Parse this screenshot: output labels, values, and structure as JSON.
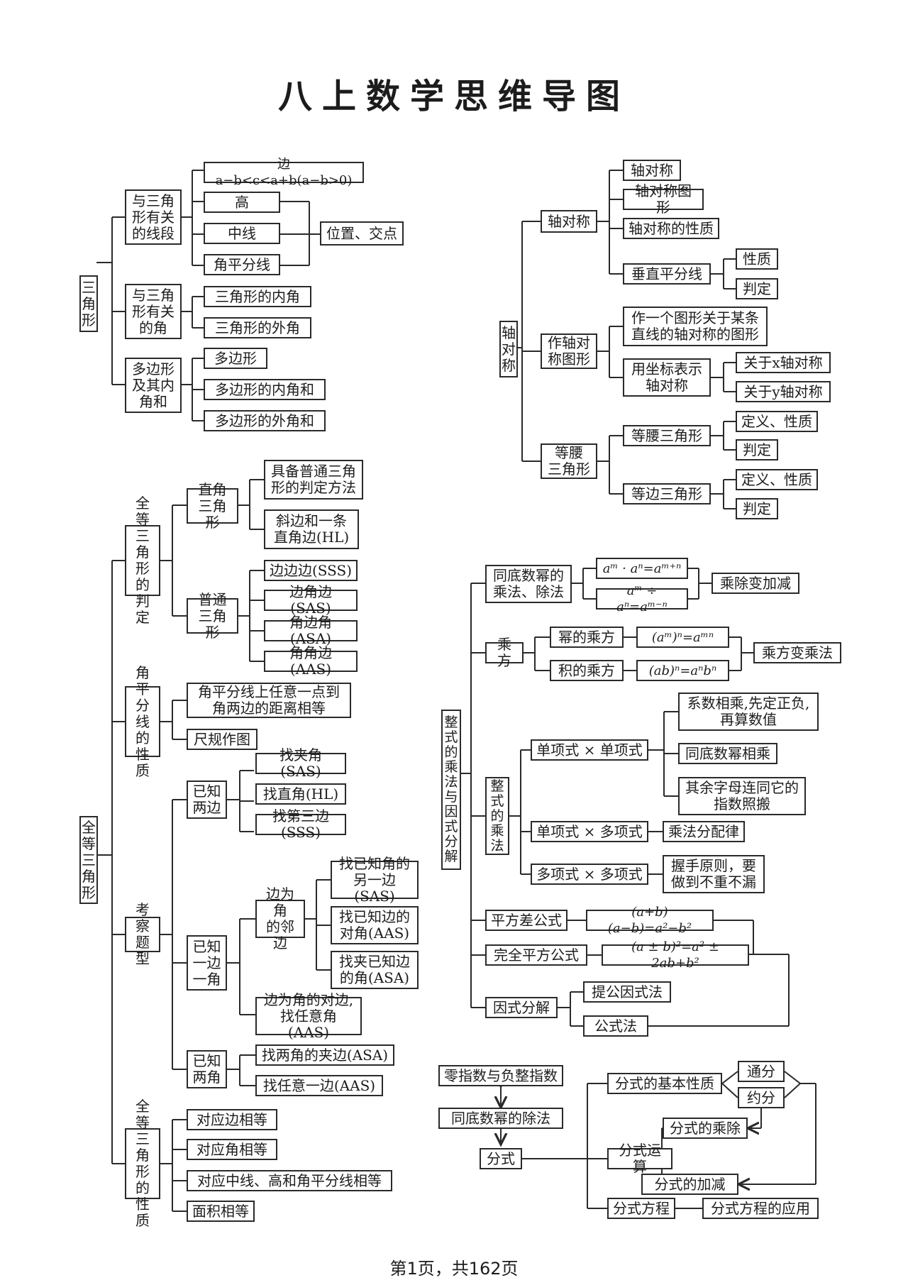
{
  "title": "八上数学思维导图",
  "footer": "第1页，共162页",
  "nodes": {
    "tri_root": "三\n角\n形",
    "tri_seg": "与三角\n形有关\n的线段",
    "tri_side": "边 a−b<c<a+b(a−b>0)",
    "tri_alt": "高",
    "tri_median": "中线",
    "tri_bisector": "角平分线",
    "tri_pos": "位置、交点",
    "tri_ang": "与三角\n形有关\n的角",
    "tri_inner": "三角形的内角",
    "tri_outer": "三角形的外角",
    "tri_poly": "多边形\n及其内\n角和",
    "poly": "多边形",
    "poly_in": "多边形的内角和",
    "poly_out": "多边形的外角和",
    "cg_root": "全\n等\n三\n角\n形",
    "cg_judge": "全等\n三角\n形的\n判定",
    "cg_right": "直角\n三角形",
    "cg_r1": "具备普通三角\n形的判定方法",
    "cg_r2": "斜边和一条\n直角边(HL)",
    "cg_normal": "普通\n三角形",
    "cg_sss": "边边边(SSS)",
    "cg_sas": "边角边(SAS)",
    "cg_asa": "角边角(ASA)",
    "cg_aas": "角角边(AAS)",
    "cg_bis": "角平\n分线\n的性\n质",
    "cg_bis1": "角平分线上任意一点到\n角两边的距离相等",
    "cg_bis2": "尺规作图",
    "cg_type": "考察\n题型",
    "cg_2side": "已知\n两边",
    "cg_t1": "找夹角(SAS)",
    "cg_t2": "找直角(HL)",
    "cg_t3": "找第三边(SSS)",
    "cg_1s1a": "已知\n一边\n一角",
    "cg_adj": "边为角\n的邻边",
    "cg_a1": "找已知角的\n另一边(SAS)",
    "cg_a2": "找已知边的\n对角(AAS)",
    "cg_a3": "找夹已知边\n的角(ASA)",
    "cg_opp": "边为角的对边,\n找任意角(AAS)",
    "cg_2ang": "已知\n两角",
    "cg_g1": "找两角的夹边(ASA)",
    "cg_g2": "找任意一边(AAS)",
    "cg_prop": "全等\n三角\n形的\n性质",
    "cg_p1": "对应边相等",
    "cg_p2": "对应角相等",
    "cg_p3": "对应中线、高和角平分线相等",
    "cg_p4": "面积相等",
    "ax_root": "轴\n对\n称",
    "ax_sym": "轴对称",
    "ax_s1": "轴对称",
    "ax_s2": "轴对称图形",
    "ax_s3": "轴对称的性质",
    "ax_perp": "垂直平分线",
    "ax_pp": "性质",
    "ax_pj": "判定",
    "ax_draw": "作轴对\n称图形",
    "ax_d1": "作一个图形关于某条\n直线的轴对称的图形",
    "ax_coord": "用坐标表示\n轴对称",
    "ax_cx": "关于x轴对称",
    "ax_cy": "关于y轴对称",
    "ax_iso": "等腰\n三角形",
    "ax_iso1": "等腰三角形",
    "ax_iso1a": "定义、性质",
    "ax_iso1b": "判定",
    "ax_eq": "等边三角形",
    "ax_eqa": "定义、性质",
    "ax_eqb": "判定",
    "int_root": "整\n式\n的\n乘\n法\n与\n因\n式\n分\n解",
    "int_pow": "同底数幂的\n乘法、除法",
    "int_f1": "aᵐ · aⁿ=aᵐ⁺ⁿ",
    "int_f2": "aᵐ ÷ aⁿ=aᵐ⁻ⁿ",
    "int_f3": "乘除变加减",
    "int_cheng": "乘方",
    "int_pp": "幂的乘方",
    "int_pf": "(aᵐ)ⁿ=aᵐⁿ",
    "int_pr": "积的乘方",
    "int_prf": "(ab)ⁿ=aⁿbⁿ",
    "int_pw": "乘方变乘法",
    "int_mul": "整\n式\n的\n乘\n法",
    "int_mm": "单项式 × 单项式",
    "int_mm1": "系数相乘,先定正负,\n再算数值",
    "int_mm2": "同底数幂相乘",
    "int_mm3": "其余字母连同它的\n指数照搬",
    "int_mp": "单项式 × 多项式",
    "int_mp1": "乘法分配律",
    "int_pp2": "多项式 × 多项式",
    "int_pp2a": "握手原则，要\n做到不重不漏",
    "int_sq": "平方差公式",
    "int_sqf": "(a+b)(a−b)=a²−b²",
    "int_ps": "完全平方公式",
    "int_psf": "(a ± b)²=a² ± 2ab+b²",
    "int_fac": "因式分解",
    "int_fac1": "提公因式法",
    "int_fac2": "公式法",
    "fr_zero": "零指数与负整指数",
    "fr_div": "同底数幂的除法",
    "fr_root": "分式",
    "fr_basic": "分式的基本性质",
    "fr_tong": "通分",
    "fr_yue": "约分",
    "fr_op": "分式运算",
    "fr_md": "分式的乘除",
    "fr_as": "分式的加减",
    "fr_eq": "分式方程",
    "fr_app": "分式方程的应用"
  }
}
